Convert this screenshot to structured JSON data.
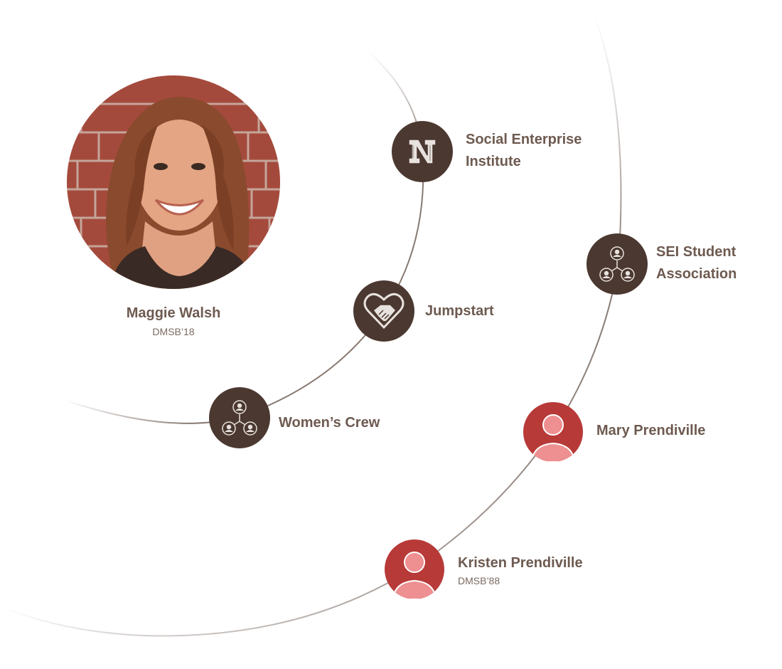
{
  "profile": {
    "name": "Maggie Walsh",
    "class_year": "DMSB’18"
  },
  "inner_ring": [
    {
      "label": "Social Enterprise Institute",
      "icon": "northeastern-n-icon"
    },
    {
      "label": "Jumpstart",
      "icon": "handshake-heart-icon"
    },
    {
      "label": "Women’s Crew",
      "icon": "group-network-icon"
    }
  ],
  "outer_ring": [
    {
      "label": "SEI Student Association",
      "icon": "group-network-icon"
    },
    {
      "label": "Mary Prendiville",
      "icon": "person-icon"
    },
    {
      "label": "Kristen Prendiville",
      "sub": "DMSB’88",
      "icon": "person-icon"
    }
  ],
  "colors": {
    "node_dark": "#4b3830",
    "node_person": "#b73a38",
    "person_glyph": "#ee8f92",
    "label_text": "#6e5a50",
    "connector": "#7a6b63"
  }
}
